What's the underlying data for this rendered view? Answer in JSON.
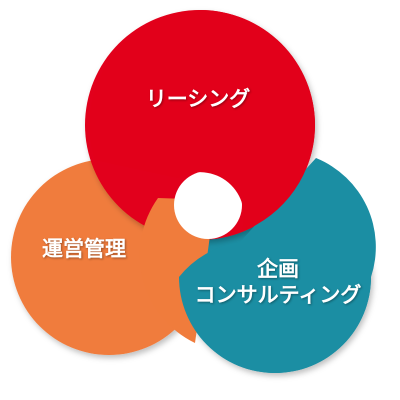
{
  "diagram": {
    "circles": [
      {
        "id": "leasing",
        "label": "リーシング",
        "color": "#e2001a"
      },
      {
        "id": "operations",
        "label": "運営管理",
        "color": "#f07c3c"
      },
      {
        "id": "planning",
        "label_line1": "企画",
        "label_line2": "コンサルティング",
        "color": "#1b8ea3"
      }
    ]
  }
}
